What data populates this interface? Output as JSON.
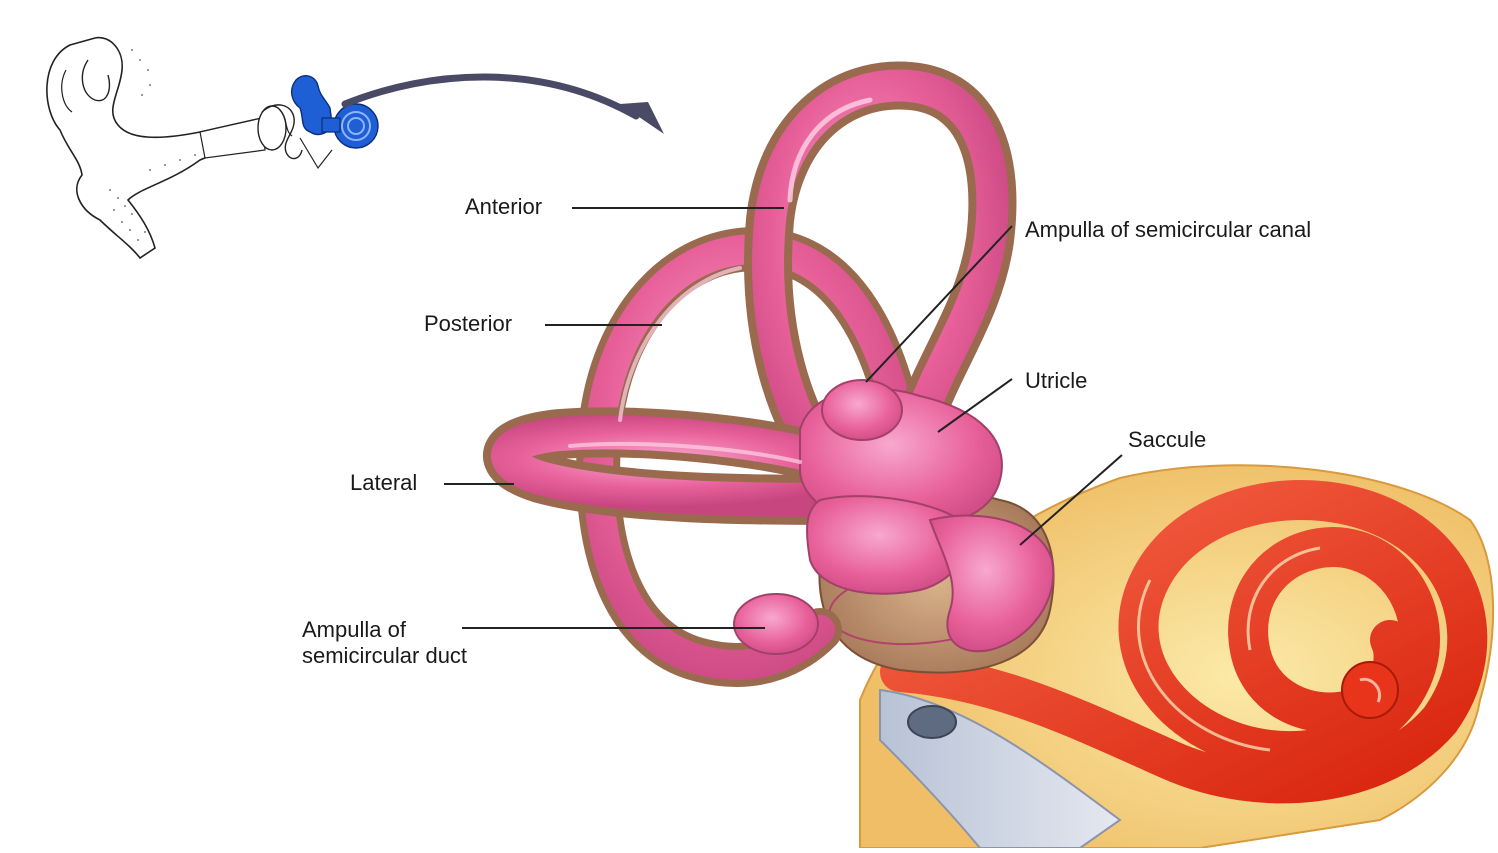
{
  "labels": {
    "anterior": "Anterior",
    "posterior": "Posterior",
    "lateral": "Lateral",
    "ampulla_duct_line1": "Ampulla of",
    "ampulla_duct_line2": "semicircular duct",
    "ampulla_canal": "Ampulla of semicircular canal",
    "utricle": "Utricle",
    "saccule": "Saccule"
  },
  "colors": {
    "canal_pink": "#e8609a",
    "canal_outline": "#9a6a4e",
    "cochlea_red": "#ee3a1e",
    "cochlea_cream": "#f6d98a",
    "inset_blue": "#1e5fd6",
    "arrow": "#4a4a66"
  },
  "icons": {
    "inset": "ear-inset-icon",
    "arrow": "pointer-arrow-icon"
  }
}
